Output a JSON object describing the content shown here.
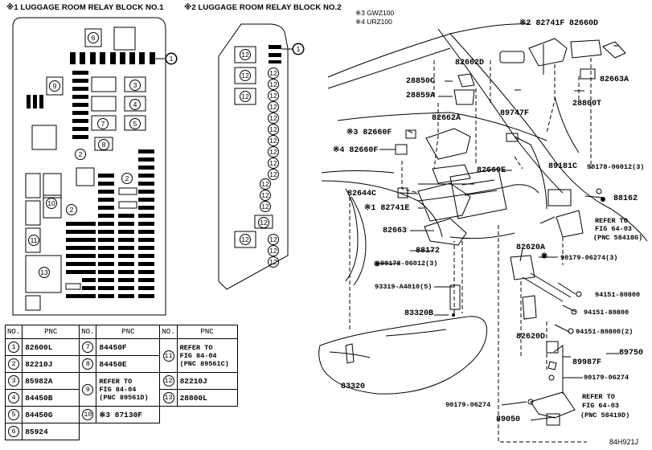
{
  "titles": {
    "block1": "※1 LUGGAGE ROOM RELAY BLOCK NO.1",
    "block2": "※2 LUGGAGE ROOM RELAY BLOCK NO.2"
  },
  "models": [
    "※3 GWZ100",
    "※4 URZ100"
  ],
  "code": "84H921J",
  "block1_refs": [
    "6",
    "1",
    "9",
    "3",
    "4",
    "7",
    "5",
    "8",
    "2",
    "2",
    "10",
    "2",
    "11",
    "13"
  ],
  "block2_refs": [
    "1",
    "12",
    "12",
    "12",
    "12",
    "12",
    "12",
    "12",
    "12",
    "12",
    "12",
    "12",
    "12",
    "12",
    "12",
    "12",
    "12",
    "12",
    "12",
    "12",
    "12",
    "12"
  ],
  "table": {
    "headers": {
      "no": "NO.",
      "pnc": "PNC"
    },
    "col1": [
      {
        "no": "1",
        "pnc": "82600L"
      },
      {
        "no": "2",
        "pnc": "82210J"
      },
      {
        "no": "3",
        "pnc": "85982A"
      },
      {
        "no": "4",
        "pnc": "84450B"
      },
      {
        "no": "5",
        "pnc": "84450G"
      },
      {
        "no": "6",
        "pnc": "85924"
      }
    ],
    "col2": [
      {
        "no": "7",
        "pnc": "84450F"
      },
      {
        "no": "8",
        "pnc": "84450E"
      },
      {
        "no": "9",
        "pnc": "REFER TO\nFIG 84-04\n(PNC 89561D)"
      },
      {
        "no": "10",
        "pnc": "※3 87130F"
      }
    ],
    "col3": [
      {
        "no": "11",
        "pnc": "REFER TO\nFIG 84-04\n(PNC 89561C)"
      },
      {
        "no": "12",
        "pnc": "82210J"
      },
      {
        "no": "13",
        "pnc": "28800L"
      }
    ]
  },
  "parts": {
    "p82741F": "※2 82741F",
    "p82660D": "82660D",
    "p82662D": "82662D",
    "p82663A": "82663A",
    "p28850C": "28850C",
    "p28859A": "28859A",
    "p28800T": "28800T",
    "p89747F": "89747F",
    "p82660F": "※3 82660F",
    "p82662A": "82662A",
    "p82660E_ref": "※4 82660F",
    "p82660E": "82660E",
    "p89181C": "89181C",
    "p90178a": "90178-06012(3)",
    "p82644C": "82644C",
    "p88162": "88162",
    "p82741E": "※1 82741E",
    "refer1a": "REFER TO",
    "refer1b": "FIG 64-03",
    "refer1c": "(PNC 58418G)",
    "p82663": "82663",
    "p82620A": "82620A",
    "p88172": "88172",
    "p90178b": "90178-06012(3)",
    "p90179a": "90179-06274(3)",
    "p93319": "93319-A4010(5)",
    "p94151a": "94151-80800",
    "p94151b": "94151-80800",
    "p83320B": "83320B",
    "p94151c": "94151-80800(2)",
    "p82620D": "82620D",
    "p89750": "89750",
    "p89987F": "89987F",
    "p90179b": "90179-06274",
    "p83320": "83320",
    "p90179c": "90179-06274",
    "refer2a": "REFER TO",
    "refer2b": "FIG 64-03",
    "refer2c": "(PNC 58419D)",
    "p89050": "89050"
  }
}
